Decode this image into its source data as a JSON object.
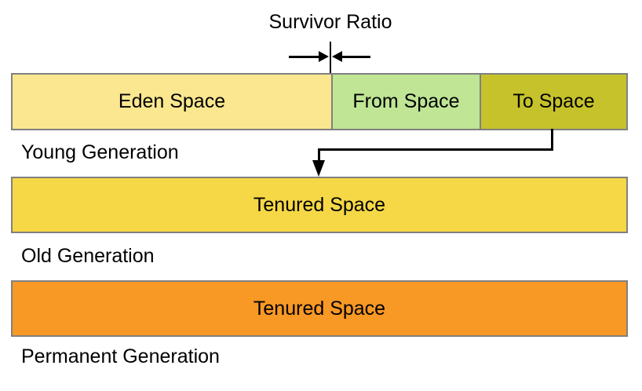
{
  "title": "Survivor Ratio",
  "colors": {
    "eden_space": "#FAE78F",
    "from_space": "#BFE595",
    "to_space": "#C6C22B",
    "tenured_old": "#F6D847",
    "tenured_permanent": "#F89825",
    "bar_border": "#808080",
    "line": "#000000"
  },
  "young_generation": {
    "label": "Young Generation",
    "segments": [
      {
        "label": "Eden Space",
        "color": "#FAE78F"
      },
      {
        "label": "From Space",
        "color": "#BFE595"
      },
      {
        "label": "To Space",
        "color": "#C6C22B"
      }
    ]
  },
  "old_generation": {
    "label": "Old Generation",
    "segments": [
      {
        "label": "Tenured Space",
        "color": "#F6D847"
      }
    ]
  },
  "permanent_generation": {
    "label": "Permanent Generation",
    "segments": [
      {
        "label": "Tenured Space",
        "color": "#F89825"
      }
    ]
  }
}
